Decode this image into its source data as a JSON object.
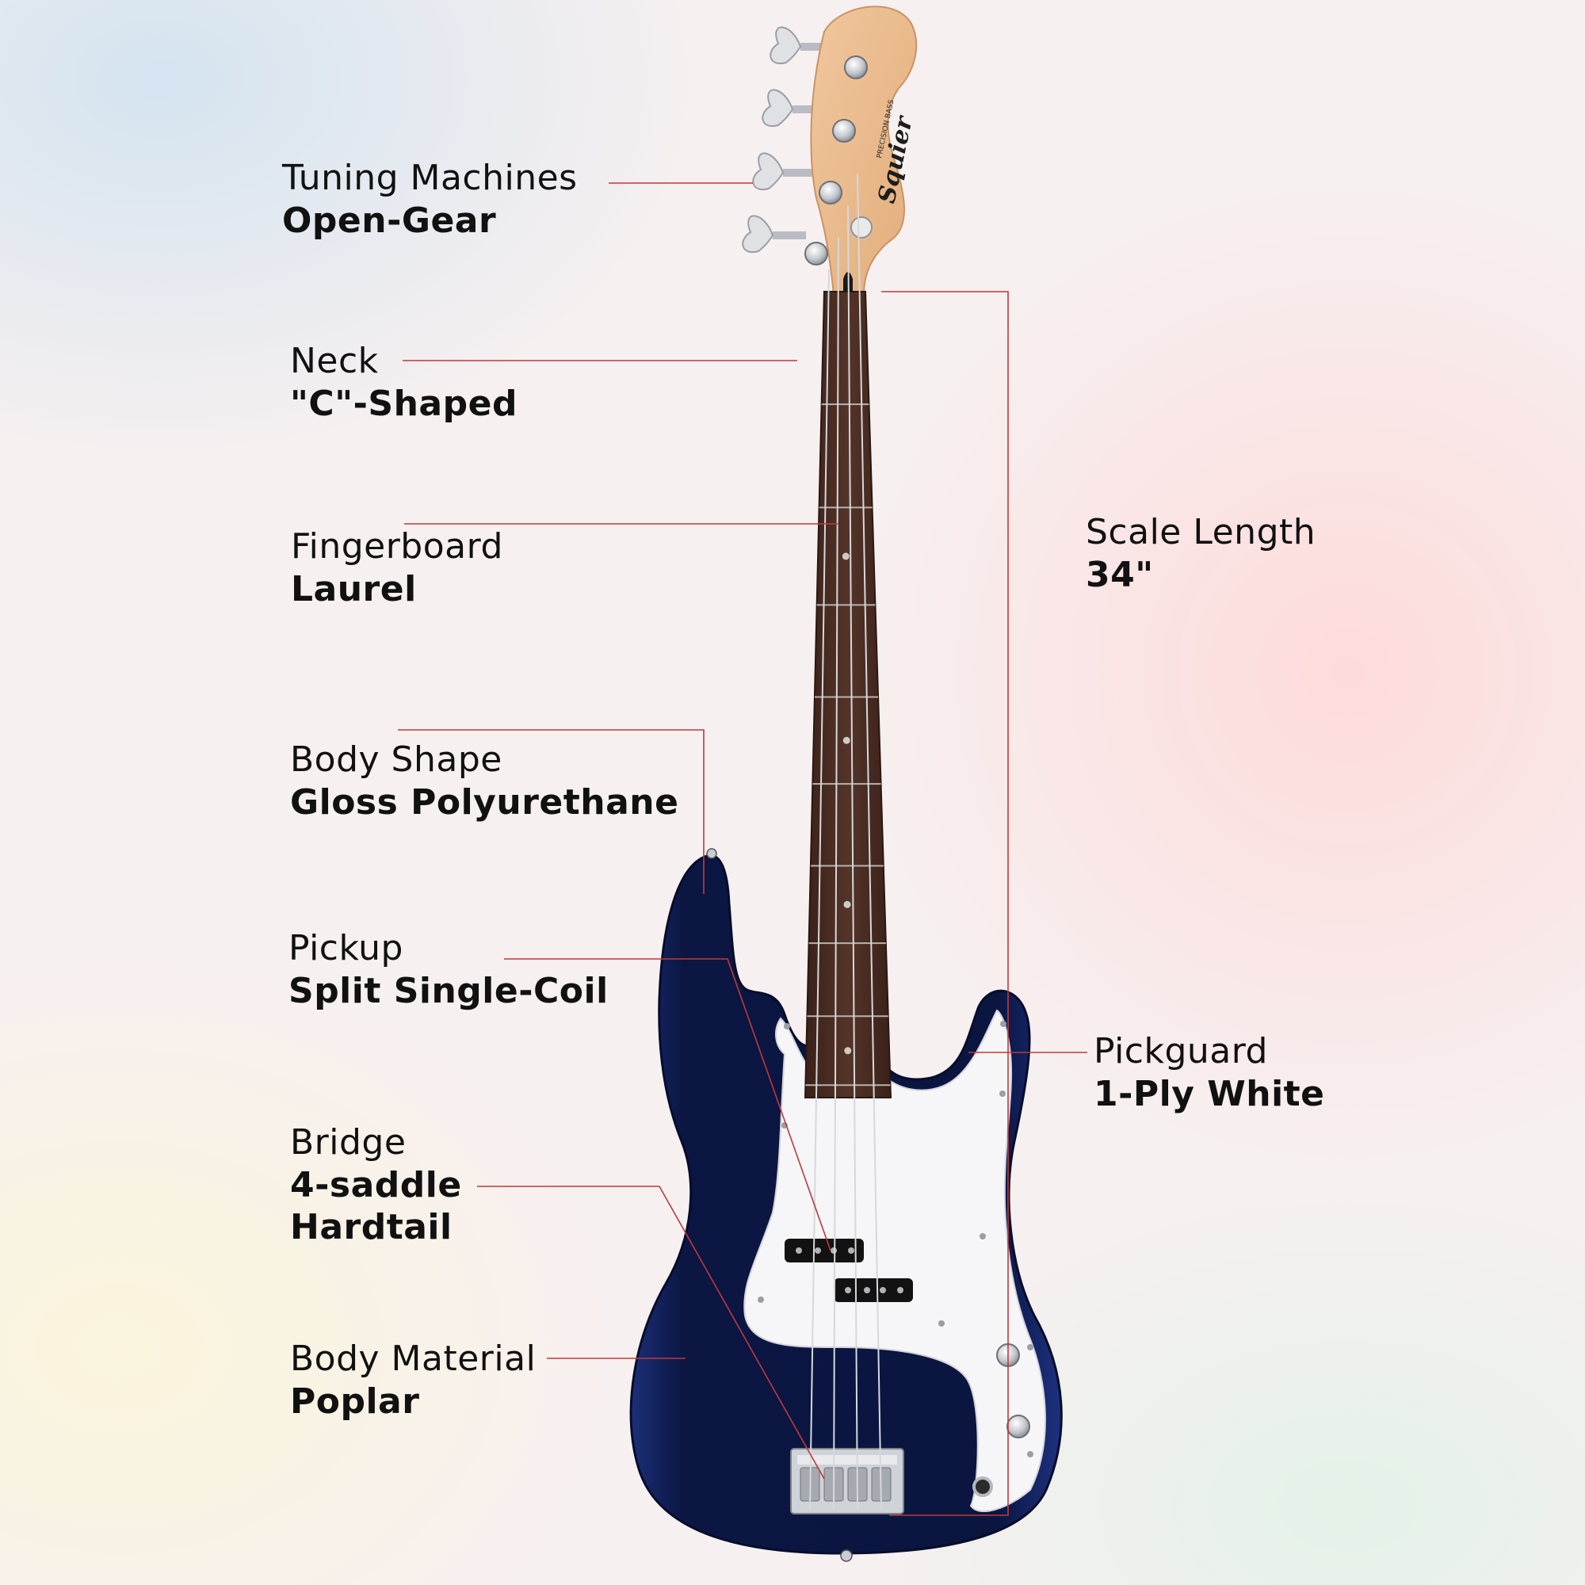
{
  "callouts": {
    "tuning": {
      "name": "Tuning Machines",
      "value": "Open-Gear"
    },
    "neck": {
      "name": "Neck",
      "value": "\"C\"-Shaped"
    },
    "fingerboard": {
      "name": "Fingerboard",
      "value": "Laurel"
    },
    "body_shape": {
      "name": "Body Shape",
      "value": "Gloss Polyurethane"
    },
    "pickup": {
      "name": "Pickup",
      "value": "Split Single-Coil"
    },
    "bridge": {
      "name": "Bridge",
      "value_line1": "4-saddle",
      "value_line2": "Hardtail"
    },
    "body_material": {
      "name": "Body Material",
      "value": "Poplar"
    },
    "scale_length": {
      "name": "Scale Length",
      "value": "34\""
    },
    "pickguard": {
      "name": "Pickguard",
      "value": "1-Ply White"
    }
  },
  "headstock": {
    "brand": "Squier",
    "model": "PRECISION BASS"
  },
  "colors": {
    "callout_line": "#c0393b",
    "body": "#0c1845",
    "pickguard": "#f6f6f8",
    "fretboard": "#4a2c22",
    "headstock": "#e9b98b",
    "chrome": "#c9ccd2"
  }
}
